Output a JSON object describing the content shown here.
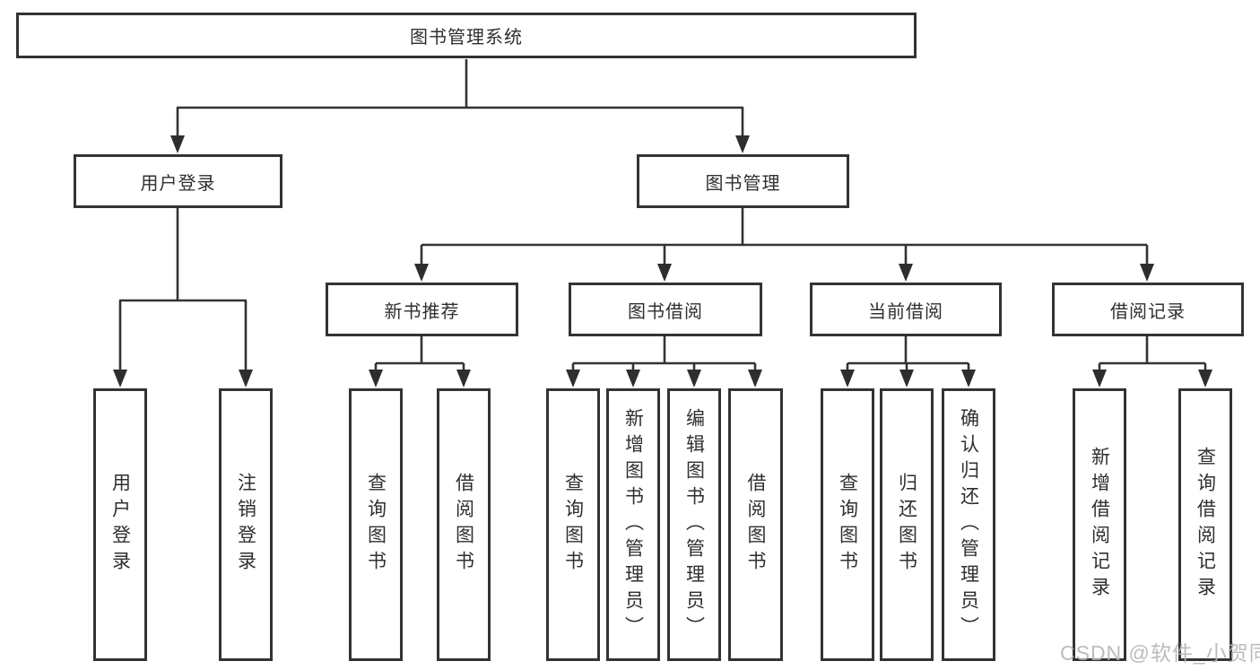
{
  "tree": {
    "root_label": "图书管理系统",
    "branches": [
      {
        "label": "用户登录",
        "children": [
          {
            "label": "用户登录"
          },
          {
            "label": "注销登录"
          }
        ]
      },
      {
        "label": "图书管理",
        "children": [
          {
            "label": "新书推荐",
            "children": [
              {
                "label": "查询图书"
              },
              {
                "label": "借阅图书"
              }
            ]
          },
          {
            "label": "图书借阅",
            "children": [
              {
                "label": "查询图书"
              },
              {
                "label": "新增图书（管理员）"
              },
              {
                "label": "编辑图书（管理员）"
              },
              {
                "label": "借阅图书"
              }
            ]
          },
          {
            "label": "当前借阅",
            "children": [
              {
                "label": "查询图书"
              },
              {
                "label": "归还图书"
              },
              {
                "label": "确认归还（管理员）"
              }
            ]
          },
          {
            "label": "借阅记录",
            "children": [
              {
                "label": "新增借阅记录"
              },
              {
                "label": "查询借阅记录"
              }
            ]
          }
        ]
      }
    ]
  },
  "watermark": {
    "text": "CSDN @软件_小贺同学"
  },
  "colors": {
    "line": "#333333",
    "text": "#2f2f2f",
    "background": "#ffffff",
    "watermark": "#b5b5b5"
  }
}
